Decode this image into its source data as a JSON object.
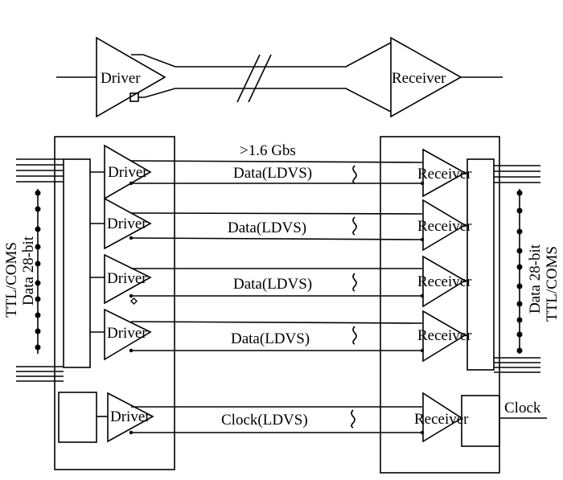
{
  "top_link": {
    "driver_label": "Driver",
    "receiver_label": "Receiver"
  },
  "main_link": {
    "rate_label": ">1.6 Gbs",
    "left_bus_label_line1": "TTL/COMS",
    "left_bus_label_line2": "Data 28-bit",
    "right_bus_label_line1": "Data 28-bit",
    "right_bus_label_line2": "TTL/COMS",
    "clock_label": "Clock",
    "data_channels": [
      {
        "driver": "Driver",
        "line": "Data(LDVS)",
        "receiver": "Receiver"
      },
      {
        "driver": "Driver",
        "line": "Data(LDVS)",
        "receiver": "Receiver"
      },
      {
        "driver": "Driver",
        "line": "Data(LDVS)",
        "receiver": "Receiver"
      },
      {
        "driver": "Driver",
        "line": "Data(LDVS)",
        "receiver": "Receiver"
      }
    ],
    "clock_channel": {
      "driver": "Driver",
      "line": "Clock(LDVS)",
      "receiver": "Receiver"
    }
  }
}
